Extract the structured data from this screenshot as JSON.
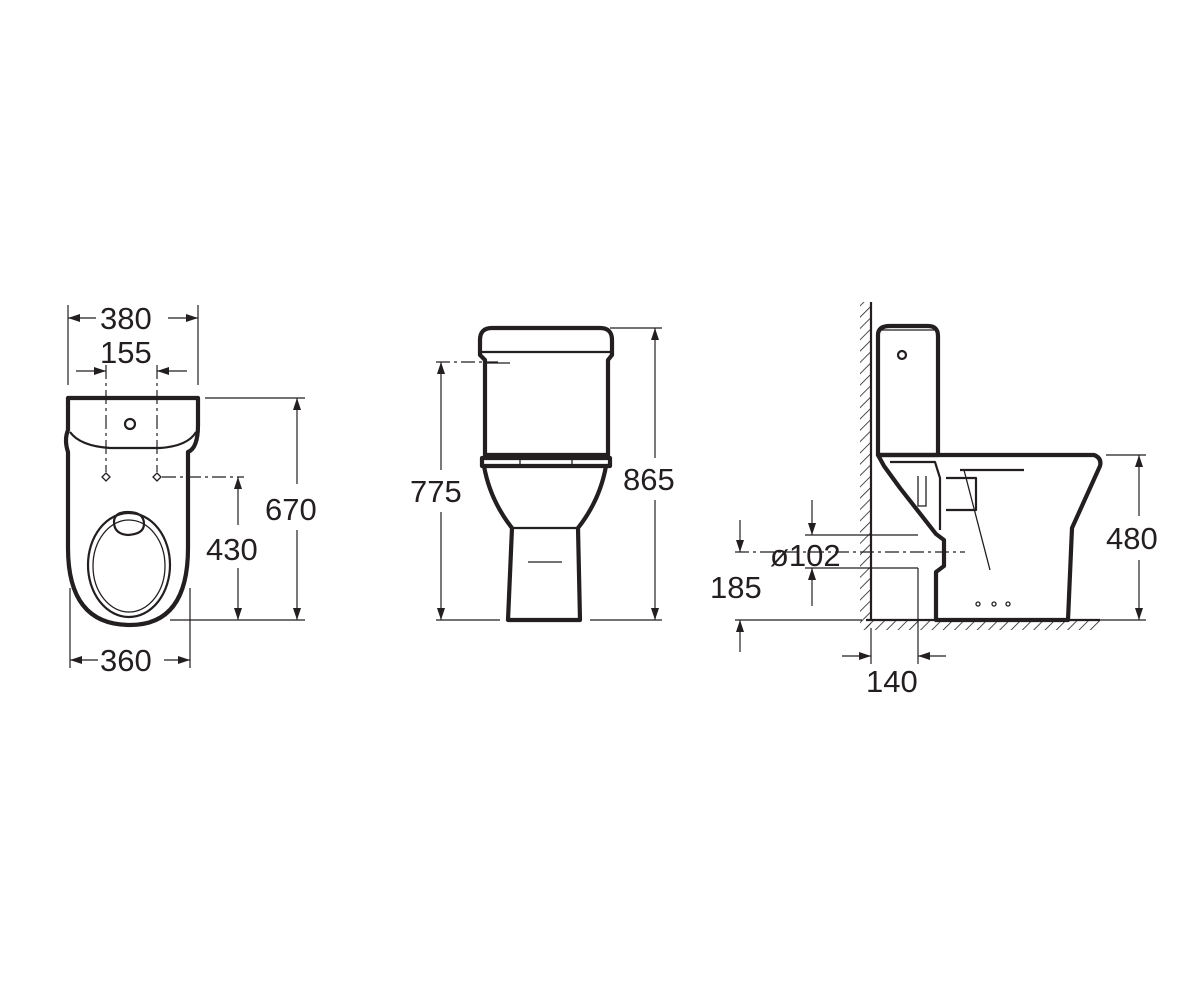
{
  "drawing": {
    "top_view": {
      "dimensions": {
        "overall_width": "380",
        "fixing_hole_spacing": "155",
        "overall_depth": "670",
        "hole_to_rear": "430",
        "base_width": "360"
      }
    },
    "front_view": {
      "dimensions": {
        "seat_height_total": "775",
        "overall_height": "865"
      }
    },
    "side_view": {
      "dimensions": {
        "outlet_diameter": "ø102",
        "outlet_height": "185",
        "bowl_height": "480",
        "wall_offset": "140"
      }
    }
  }
}
